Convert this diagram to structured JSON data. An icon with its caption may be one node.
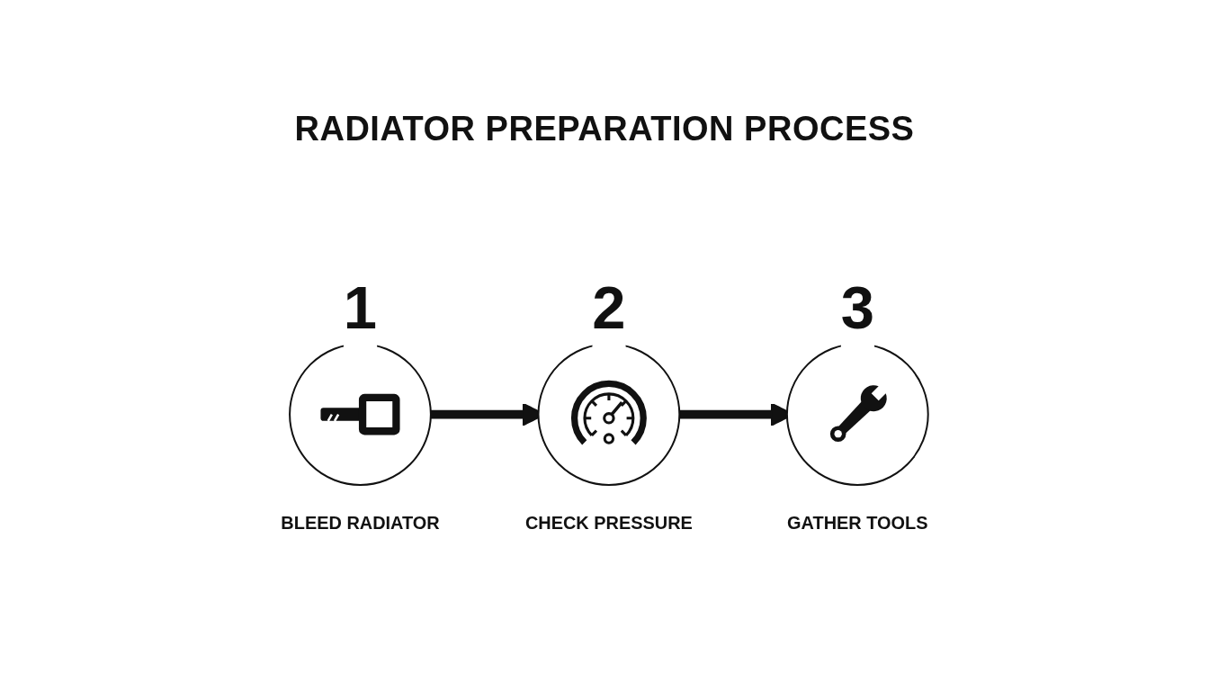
{
  "diagram": {
    "title": "RADIATOR PREPARATION PROCESS",
    "nodes": [
      {
        "text": [
          "1"
        ],
        "beside": [
          "BLEED RADIATOR"
        ]
      },
      {
        "text": [
          "2"
        ],
        "beside": [
          "CHECK PRESSURE"
        ]
      },
      {
        "text": [
          "3"
        ],
        "beside": [
          "GATHER TOOLS"
        ]
      }
    ],
    "edges": [
      {
        "from": 0,
        "to": 1,
        "arrow": "to"
      },
      {
        "from": 1,
        "to": 2,
        "arrow": "to"
      }
    ]
  }
}
